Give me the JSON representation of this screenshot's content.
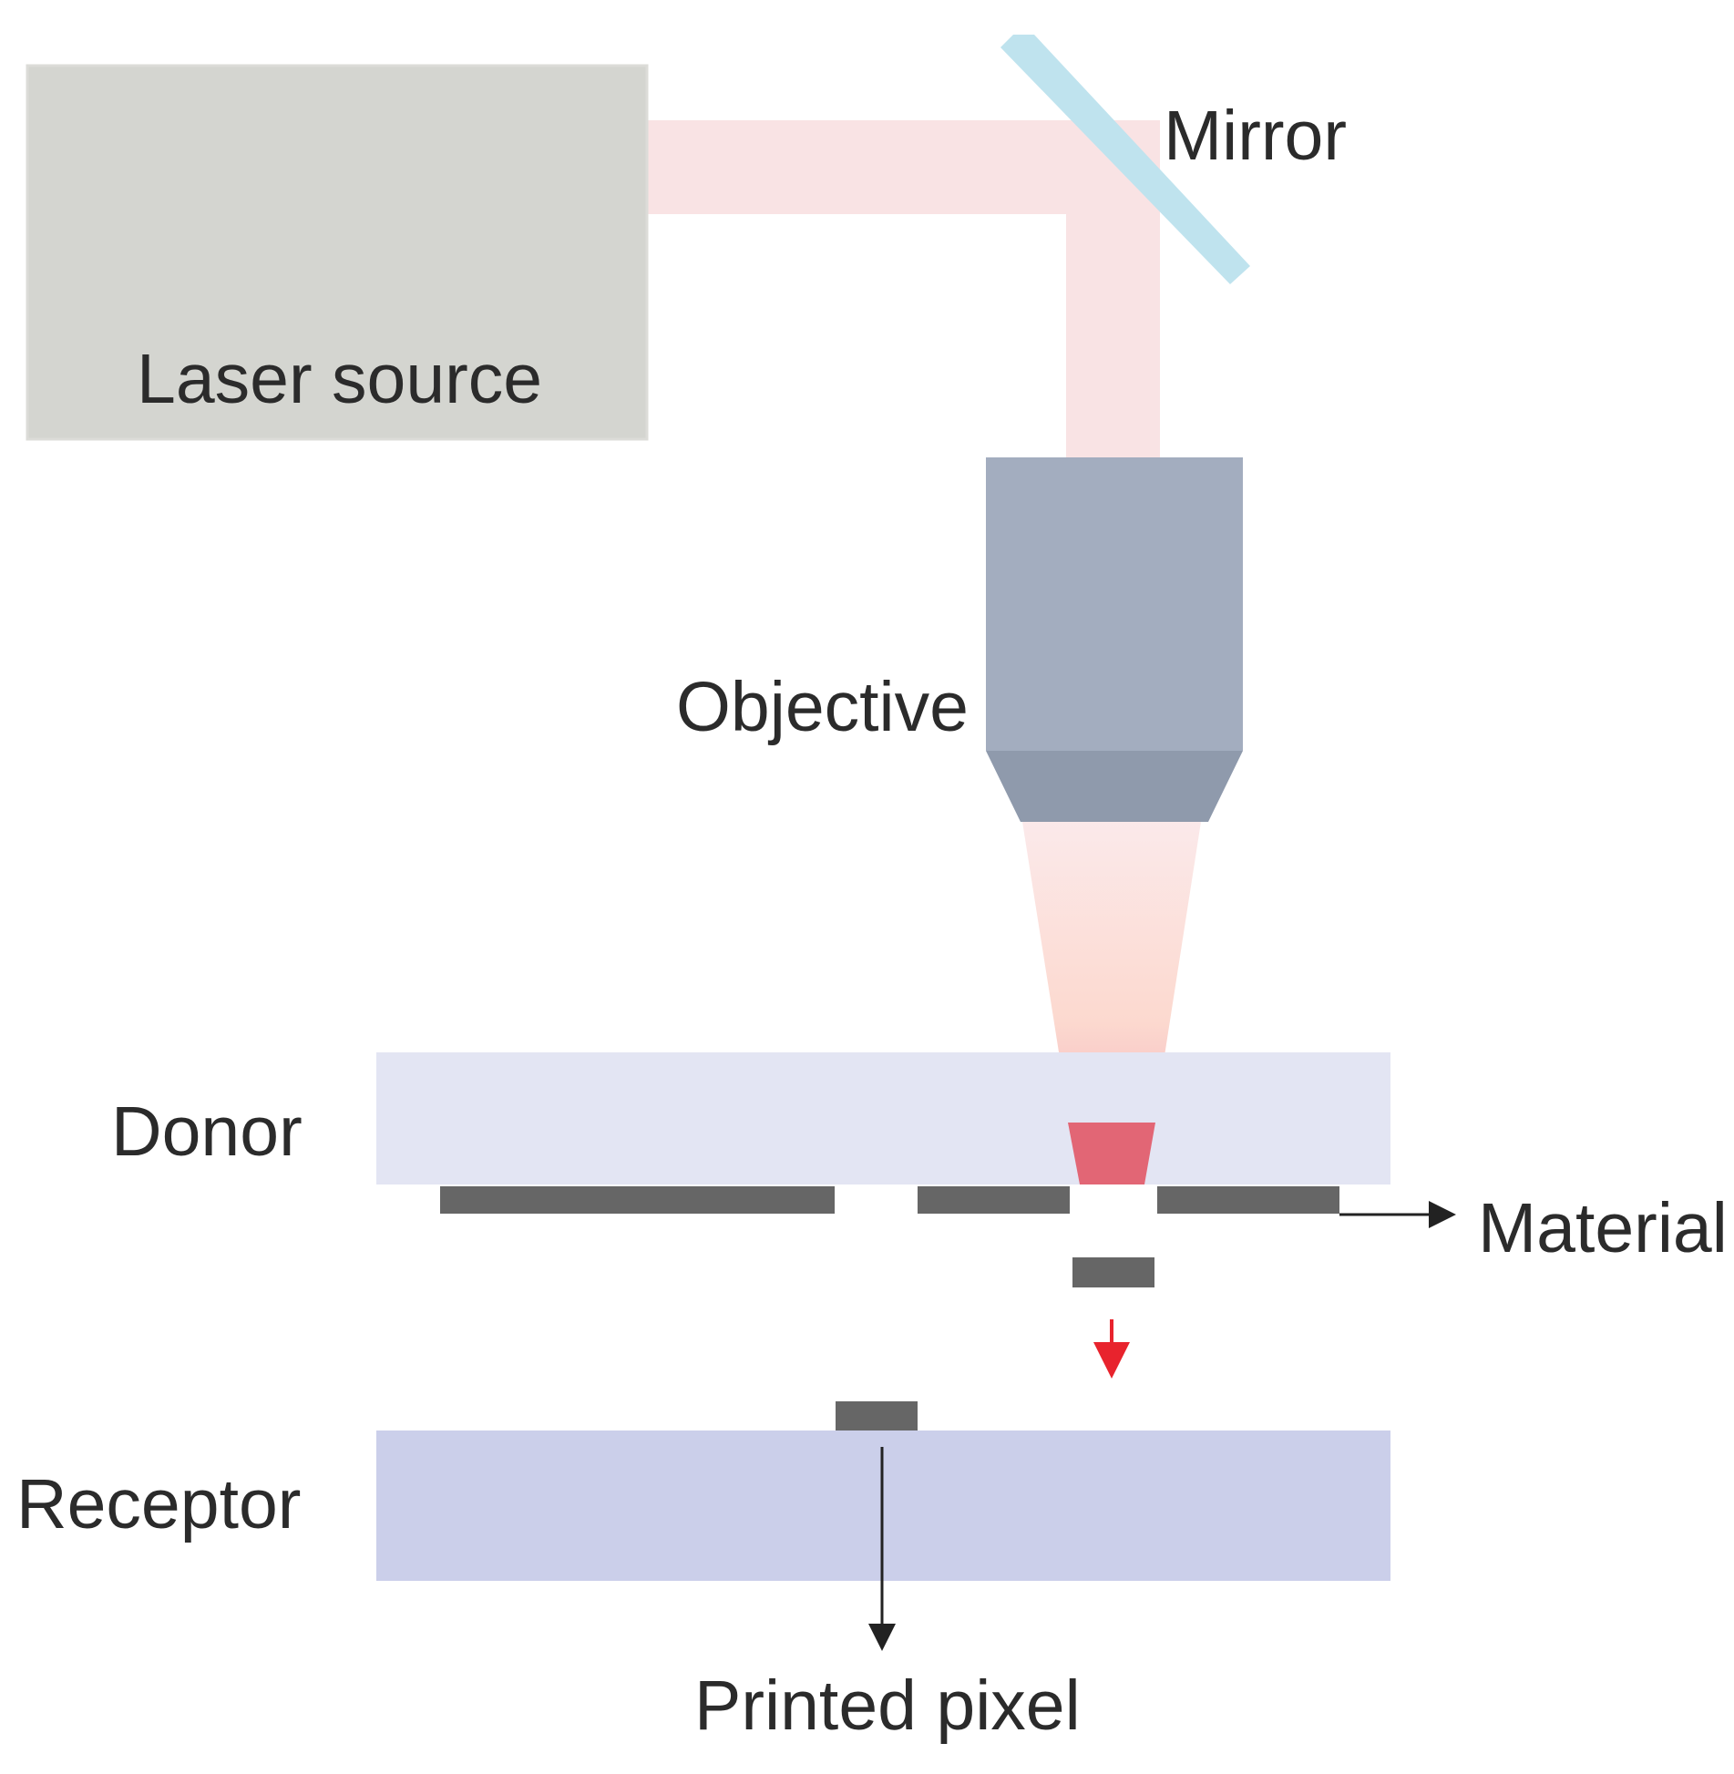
{
  "labels": {
    "laser_source": "Laser source",
    "mirror": "Mirror",
    "objective": "Objective",
    "donor": "Donor",
    "material": "Material",
    "receptor": "Receptor",
    "printed_pixel": "Printed pixel"
  },
  "colors": {
    "laser_source_fill": "#d4d5d0",
    "beam": "#f9e3e4",
    "mirror": "#bfe3ee",
    "objective_body": "#a3adbf",
    "objective_tip": "#8f9aac",
    "donor": "#e3e5f3",
    "receptor": "#cbcfea",
    "material": "#666666",
    "focus_red": "#e2505e",
    "arrow_black": "#222222",
    "arrow_red": "#e8232d"
  }
}
